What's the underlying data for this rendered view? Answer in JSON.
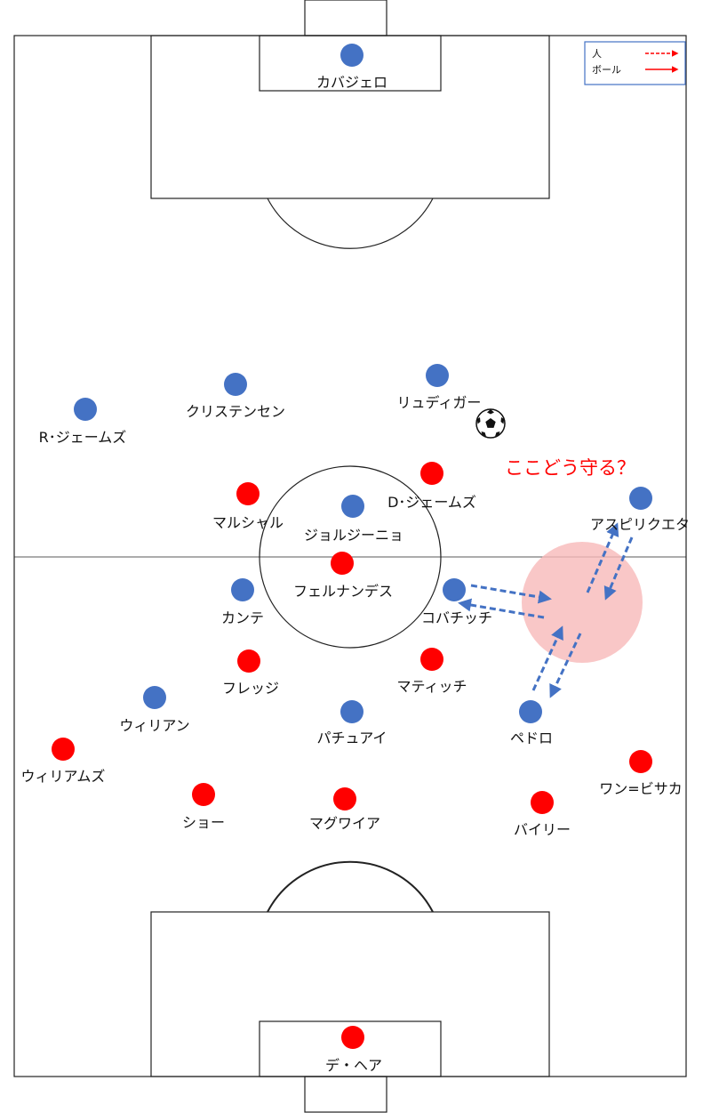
{
  "legend": {
    "person_label": "人",
    "ball_label": "ボール"
  },
  "annotation": {
    "question": "ここどう守る？"
  },
  "colors": {
    "team_blue": "#4472c4",
    "team_red": "#ff0000",
    "zone_fill": "#f8b9b9",
    "arrow_blue": "#4472c4",
    "legend_arrow": "#ff0000",
    "question_text": "#ff0000"
  },
  "ball": {
    "icon": "soccer-ball-icon"
  },
  "players": {
    "blue": [
      {
        "id": "kepa",
        "name": "カバジェロ"
      },
      {
        "id": "rjames",
        "name": "R･ジェームズ"
      },
      {
        "id": "christensen",
        "name": "クリステンセン"
      },
      {
        "id": "rudiger",
        "name": "リュディガー"
      },
      {
        "id": "jorginho",
        "name": "ジョルジーニョ"
      },
      {
        "id": "azpilicueta",
        "name": "アスピリクエタ"
      },
      {
        "id": "kante",
        "name": "カンテ"
      },
      {
        "id": "kovacic",
        "name": "コバチッチ"
      },
      {
        "id": "willian",
        "name": "ウィリアン"
      },
      {
        "id": "pulisic",
        "name": "パチュアイ"
      },
      {
        "id": "pedro",
        "name": "ペドロ"
      }
    ],
    "red": [
      {
        "id": "djames",
        "name": "D･ジェームズ"
      },
      {
        "id": "martial",
        "name": "マルシャル"
      },
      {
        "id": "fernandes",
        "name": "フェルナンデス"
      },
      {
        "id": "fred",
        "name": "フレッジ"
      },
      {
        "id": "matic",
        "name": "マティッチ"
      },
      {
        "id": "williams",
        "name": "ウィリアムズ"
      },
      {
        "id": "wanbissaka",
        "name": "ワン=ビサカ"
      },
      {
        "id": "shaw",
        "name": "ショー"
      },
      {
        "id": "maguire",
        "name": "マグワイア"
      },
      {
        "id": "bailly",
        "name": "バイリー"
      },
      {
        "id": "degea",
        "name": "デ・ヘア"
      }
    ]
  }
}
